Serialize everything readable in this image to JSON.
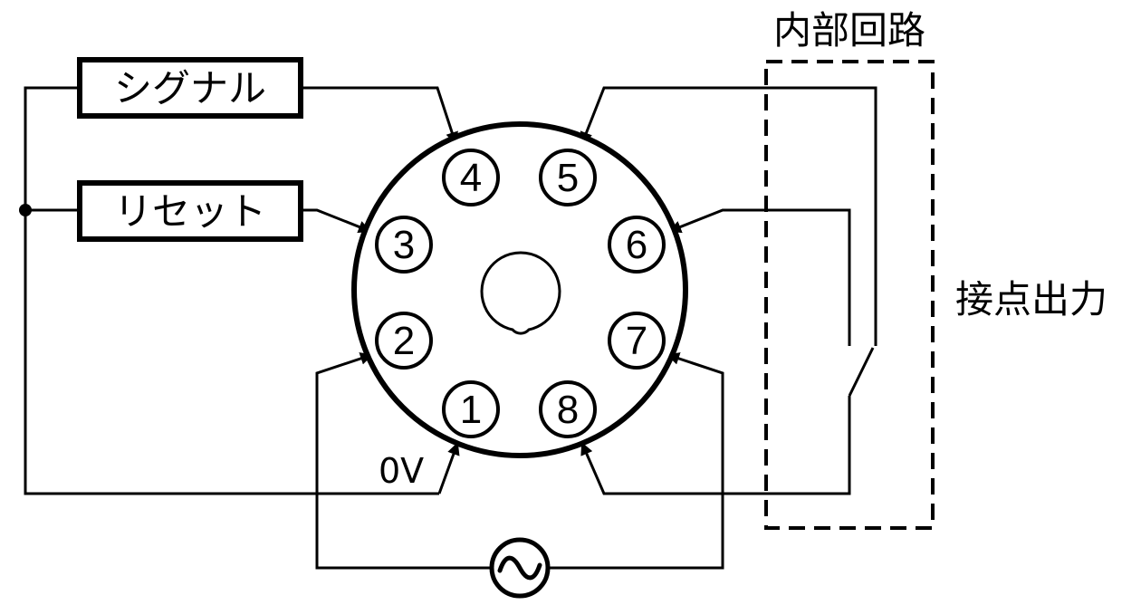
{
  "labels": {
    "internal_circuit": "内部回路",
    "contact_output": "接点出力",
    "signal": "シグナル",
    "reset": "リセット",
    "zero_volt": "0V"
  },
  "pins": [
    "1",
    "2",
    "3",
    "4",
    "5",
    "6",
    "7",
    "8"
  ],
  "colors": {
    "line": "#000000",
    "background": "#ffffff"
  },
  "icons": {
    "ac_source": "ac-source-icon",
    "contact": "relay-contact-icon"
  }
}
